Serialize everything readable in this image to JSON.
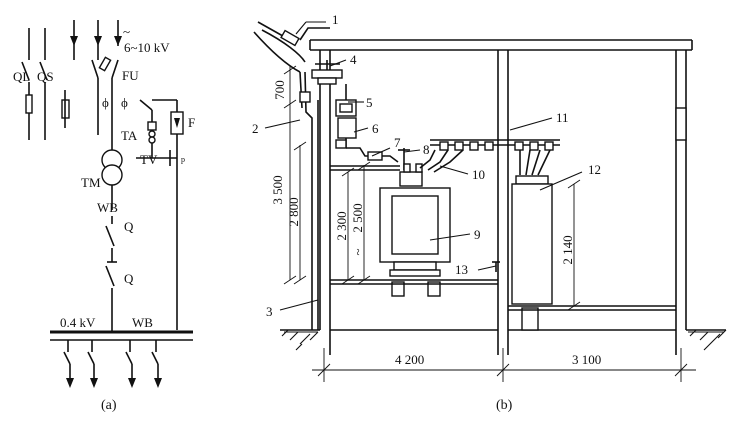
{
  "left_diagram": {
    "voltage_label": "6~10 kV",
    "tilde": "~",
    "labels": {
      "ql": "QL",
      "qs": "QS",
      "fu": "FU",
      "phi1": "ϕ",
      "phi2": "ϕ",
      "ta": "TA",
      "f": "F",
      "tv": "TV",
      "tm": "TM",
      "wb_top": "WB",
      "q1": "Q",
      "q2": "Q",
      "lv": "0.4 kV",
      "wb_bottom": "WB"
    },
    "caption": "(a)"
  },
  "right_diagram": {
    "callouts": [
      "1",
      "2",
      "3",
      "4",
      "5",
      "6",
      "7",
      "8",
      "9",
      "10",
      "11",
      "12",
      "13"
    ],
    "dimensions": {
      "d700": "700",
      "d3500": "3 500",
      "d2800": "2 800",
      "d2300": "2 300",
      "d2500": "2 500",
      "tilde": "~",
      "d2140": "2 140",
      "d4200": "4 200",
      "d3100": "3 100"
    },
    "caption": "(b)"
  }
}
